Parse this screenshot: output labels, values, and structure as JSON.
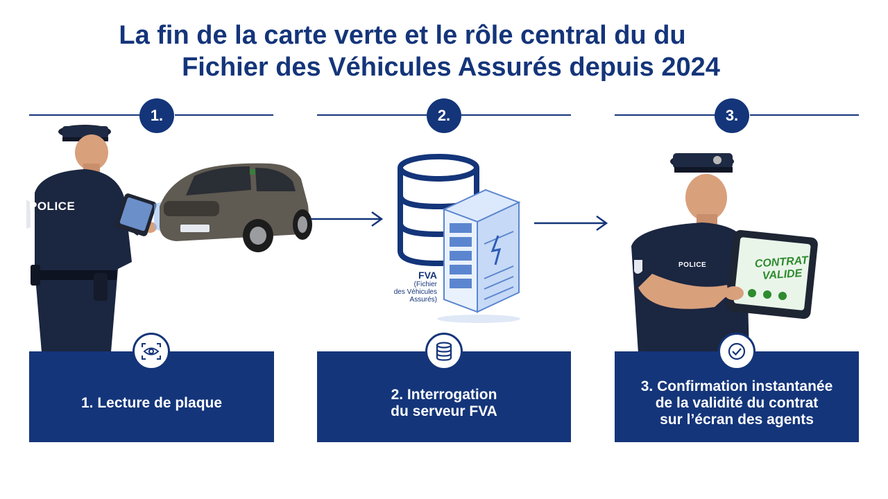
{
  "title": {
    "line1": "La fin de la carte verte et le rôle central du  du",
    "line2": "Fichier des Véhicules Assurés depuis 2024"
  },
  "steps": [
    {
      "number": "1.",
      "label": "1. Lecture de plaque",
      "icon": "eye-scan-icon"
    },
    {
      "number": "2.",
      "label": "2. Interrogation\ndu serveur FVA",
      "icon": "database-icon"
    },
    {
      "number": "3.",
      "label": "3. Confirmation instantanée\nde la validité du contrat\nsur l’écran des agents",
      "icon": "check-circle-icon"
    }
  ],
  "fva": {
    "acronym": "FVA",
    "full": "(Fichier\ndes Véhicules\nAssurés)"
  },
  "badges": {
    "police_left": "POLICE",
    "police_right": "POLICE"
  },
  "tablet": {
    "message": "CONTRAT\nVALIDE"
  },
  "colors": {
    "navy": "#14357a",
    "green": "#2e8b2e"
  }
}
